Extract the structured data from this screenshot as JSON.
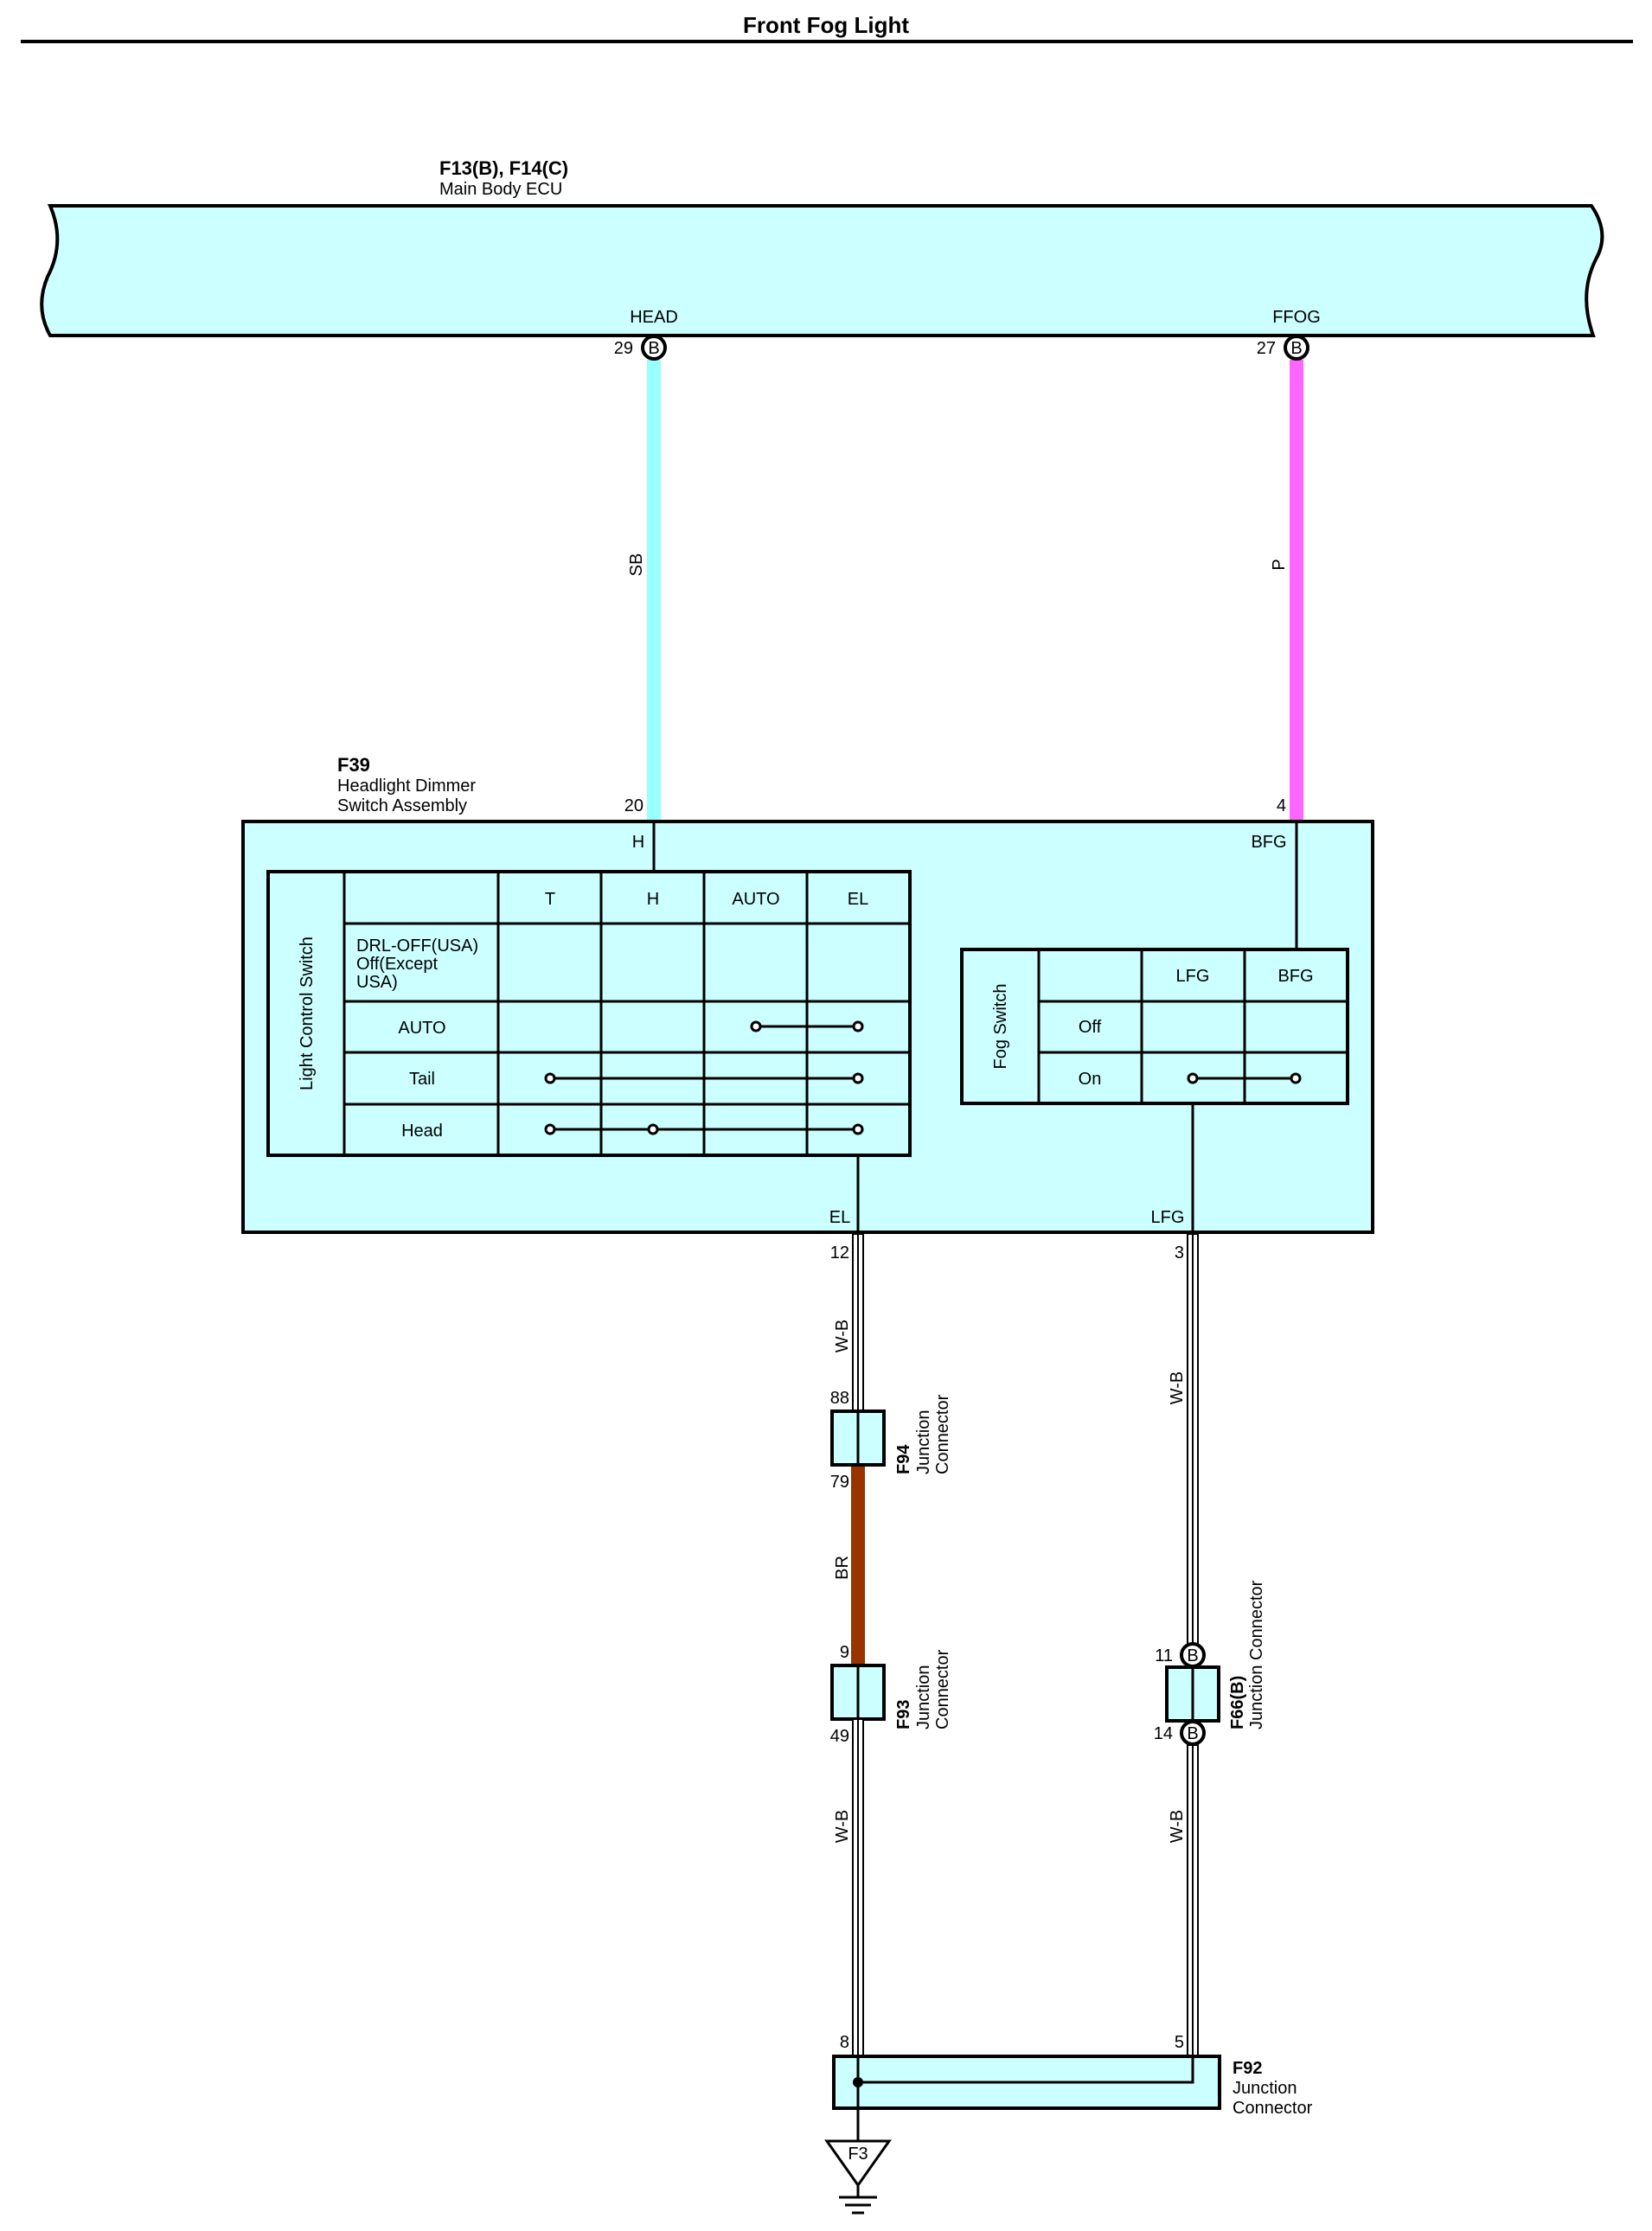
{
  "title": "Front Fog Light",
  "colors": {
    "component_fill": "#ccffff",
    "wire_sb": "#99ffff",
    "wire_p": "#ff66ff",
    "wire_br": "#993300",
    "wire_wb_core": "#ffffff",
    "line": "#000000"
  },
  "ecu": {
    "code": "F13(B), F14(C)",
    "name": "Main Body ECU",
    "pins": [
      {
        "label": "HEAD",
        "num": "29",
        "conn": "B"
      },
      {
        "label": "FFOG",
        "num": "27",
        "conn": "B"
      }
    ]
  },
  "wires": {
    "head_color": "SB",
    "ffog_color": "P",
    "el_upper": "W-B",
    "lfg_color": "W-B",
    "br": "BR",
    "el_lower": "W-B",
    "lfg_lower": "W-B"
  },
  "dimmer": {
    "code": "F39",
    "name_line1": "Headlight Dimmer",
    "name_line2": "Switch Assembly",
    "pin_h_num": "20",
    "pin_h": "H",
    "pin_bfg_num": "4",
    "pin_bfg": "BFG",
    "pin_el": "EL",
    "pin_el_num": "12",
    "pin_lfg": "LFG",
    "pin_lfg_num": "3"
  },
  "light_control_switch": {
    "title": "Light Control Switch",
    "columns": [
      "T",
      "H",
      "AUTO",
      "EL"
    ],
    "rows": [
      {
        "lines": [
          "DRL-OFF(USA)",
          "Off(Except",
          "USA)"
        ]
      },
      {
        "lines": [
          "AUTO"
        ]
      },
      {
        "lines": [
          "Tail"
        ]
      },
      {
        "lines": [
          "Head"
        ]
      }
    ]
  },
  "fog_switch": {
    "title": "Fog Switch",
    "columns": [
      "LFG",
      "BFG"
    ],
    "rows": [
      "Off",
      "On"
    ]
  },
  "f94": {
    "code": "F94",
    "name_line1": "Junction",
    "name_line2": "Connector",
    "pin_top": "88",
    "pin_bottom": "79"
  },
  "f93": {
    "code": "F93",
    "name_line1": "Junction",
    "name_line2": "Connector",
    "pin_top": "9",
    "pin_bottom": "49"
  },
  "f66": {
    "code": "F66(B)",
    "name": "Junction Connector",
    "pin_top": "11",
    "pin_bottom": "14",
    "conn": "B"
  },
  "f92": {
    "code": "F92",
    "name_line1": "Junction",
    "name_line2": "Connector",
    "pin_left": "8",
    "pin_right": "5"
  },
  "ground": {
    "code": "F3"
  }
}
